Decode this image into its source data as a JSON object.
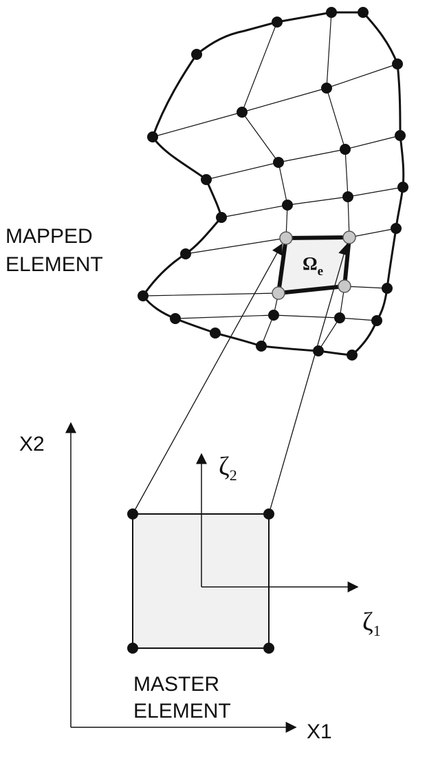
{
  "labels": {
    "mapped_line1": "MAPPED",
    "mapped_line2": "ELEMENT",
    "master_line1": "MASTER",
    "master_line2": "ELEMENT",
    "axis_x1": "X1",
    "axis_x2": "X2",
    "zeta": "ζ",
    "zeta1_sub": "1",
    "zeta2_sub": "2",
    "omega": "Ω",
    "omega_sub": "e"
  },
  "colors": {
    "stroke": "#111111",
    "node_fill": "#111111",
    "highlight_node_fill": "#c8c8c8",
    "element_fill": "#f1f1f1"
  }
}
